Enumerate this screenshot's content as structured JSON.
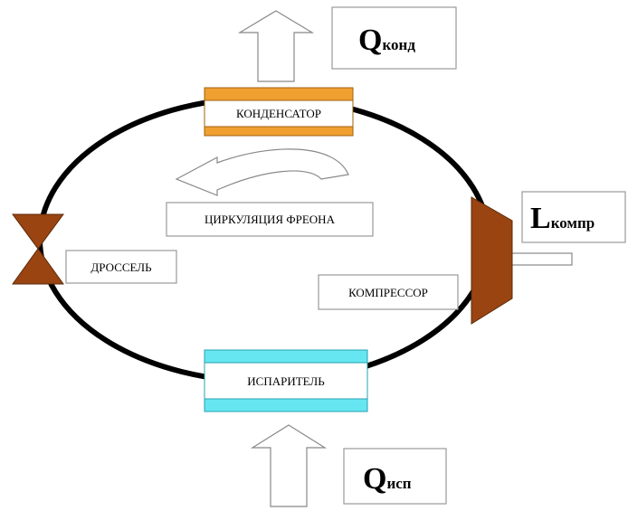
{
  "components": {
    "condenser": "КОНДЕНСАТОР",
    "evaporator": "ИСПАРИТЕЛЬ",
    "throttle": "ДРОССЕЛЬ",
    "compressor": "КОМПРЕССОР",
    "circulation": "ЦИРКУЛЯЦИЯ ФРЕОНА"
  },
  "flows": {
    "q_cond": {
      "symbol": "Q",
      "subscript": "конд"
    },
    "l_comp": {
      "symbol": "L",
      "subscript": "компр"
    },
    "q_evap": {
      "symbol": "Q",
      "subscript": "исп"
    }
  },
  "colors": {
    "loop": "#000000",
    "condenser": "#f0a030",
    "evaporator": "#66e6f0",
    "throttle": "#9a4412",
    "compressor": "#9a4412",
    "box_border": "#999999"
  }
}
